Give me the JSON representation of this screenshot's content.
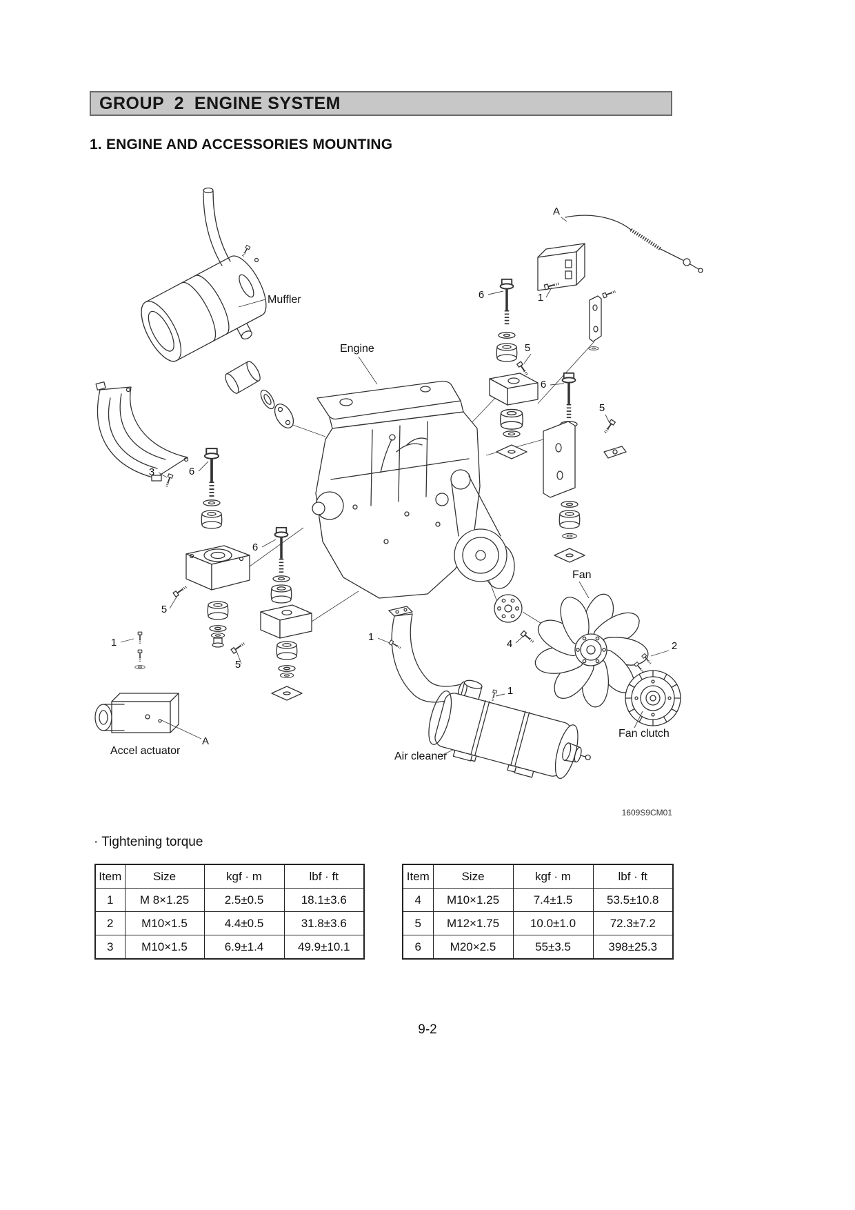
{
  "page": {
    "group_title": "GROUP  2  ENGINE SYSTEM",
    "section_title": "1. ENGINE AND ACCESSORIES MOUNTING",
    "torque_label": "· Tightening torque",
    "figure_code": "1609S9CM01",
    "page_number": "9-2"
  },
  "diagram": {
    "part_labels": {
      "muffler": "Muffler",
      "engine": "Engine",
      "fan": "Fan",
      "fan_clutch": "Fan clutch",
      "air_cleaner": "Air cleaner",
      "accel_actuator": "Accel actuator"
    },
    "ref_a_top": "A",
    "ref_a_bottom": "A",
    "callouts": [
      "6",
      "1",
      "5",
      "6",
      "5",
      "3",
      "6",
      "6",
      "5",
      "5",
      "1",
      "1",
      "4",
      "1",
      "2"
    ]
  },
  "tables": [
    {
      "headers": [
        "Item",
        "Size",
        "kgf · m",
        "lbf · ft"
      ],
      "rows": [
        [
          "1",
          "M 8×1.25",
          "2.5±0.5",
          "18.1±3.6"
        ],
        [
          "2",
          "M10×1.5",
          "4.4±0.5",
          "31.8±3.6"
        ],
        [
          "3",
          "M10×1.5",
          "6.9±1.4",
          "49.9±10.1"
        ]
      ]
    },
    {
      "headers": [
        "Item",
        "Size",
        "kgf · m",
        "lbf · ft"
      ],
      "rows": [
        [
          "4",
          "M10×1.25",
          "7.4±1.5",
          "53.5±10.8"
        ],
        [
          "5",
          "M12×1.75",
          "10.0±1.0",
          "72.3±7.2"
        ],
        [
          "6",
          "M20×2.5",
          "55±3.5",
          "398±25.3"
        ]
      ]
    }
  ]
}
